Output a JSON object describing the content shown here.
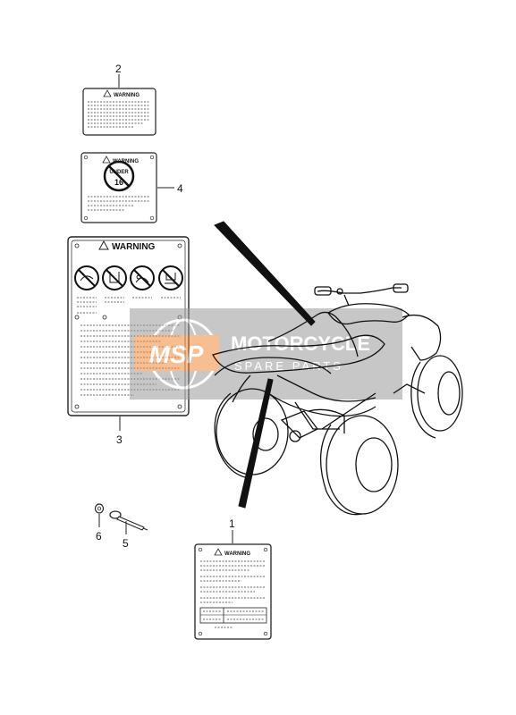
{
  "labels": {
    "label_1": {
      "number": "1",
      "heading": "WARNING"
    },
    "label_2": {
      "number": "2",
      "heading": "WARNING"
    },
    "label_3": {
      "number": "3",
      "heading": "WARNING"
    },
    "label_4": {
      "number": "4",
      "heading": "WARNING",
      "badge_top": "UNDER",
      "badge_number": "16"
    },
    "part_5": {
      "number": "5"
    },
    "part_6": {
      "number": "6"
    }
  },
  "watermark": {
    "logo": "MSP",
    "title": "MOTORCYCLE",
    "subtitle": "SPARE PARTS"
  },
  "colors": {
    "line": "#222222",
    "watermark_grey": "#9a9a9a",
    "watermark_orange": "#f28a3a"
  }
}
